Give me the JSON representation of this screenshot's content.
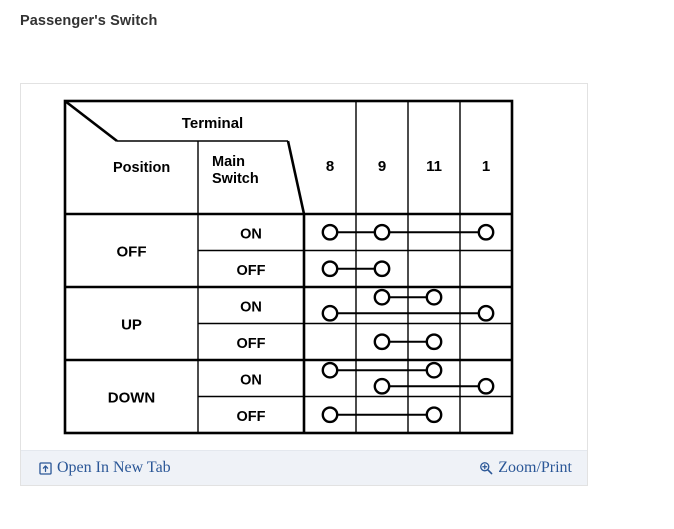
{
  "page": {
    "title": "Passenger's Switch",
    "background": "#ffffff",
    "title_color": "#333333"
  },
  "card": {
    "border_color": "#e2e2e2",
    "footer_background": "#eff2f7",
    "link_color": "#2b5797"
  },
  "footer": {
    "open_new_tab": {
      "label": "Open In New Tab",
      "icon": "external-link-icon"
    },
    "zoom_print": {
      "label": "Zoom/Print",
      "icon": "magnifier-plus-icon"
    }
  },
  "chart_data": {
    "type": "table",
    "title": "Passenger's Switch",
    "description": "Switch continuity table: filled circles joined by lines indicate terminals connected for each switch position and main switch state.",
    "corner_headers": {
      "top_right": "Terminal",
      "bottom_left": "Position",
      "middle": "Main Switch"
    },
    "terminals": [
      "8",
      "9",
      "11",
      "1"
    ],
    "positions": [
      {
        "position": "OFF",
        "states": [
          {
            "main_switch": "ON",
            "connections": [
              [
                "8",
                "9",
                "1"
              ]
            ]
          },
          {
            "main_switch": "OFF",
            "connections": [
              [
                "8",
                "9"
              ]
            ]
          }
        ]
      },
      {
        "position": "UP",
        "states": [
          {
            "main_switch": "ON",
            "connections": [
              [
                "9",
                "11"
              ],
              [
                "8",
                "1"
              ]
            ]
          },
          {
            "main_switch": "OFF",
            "connections": [
              [
                "9",
                "11"
              ]
            ]
          }
        ]
      },
      {
        "position": "DOWN",
        "states": [
          {
            "main_switch": "ON",
            "connections": [
              [
                "8",
                "11"
              ],
              [
                "9",
                "1"
              ]
            ]
          },
          {
            "main_switch": "OFF",
            "connections": [
              [
                "8",
                "11"
              ]
            ]
          }
        ]
      }
    ],
    "line_color": "#000000",
    "grid": true
  }
}
